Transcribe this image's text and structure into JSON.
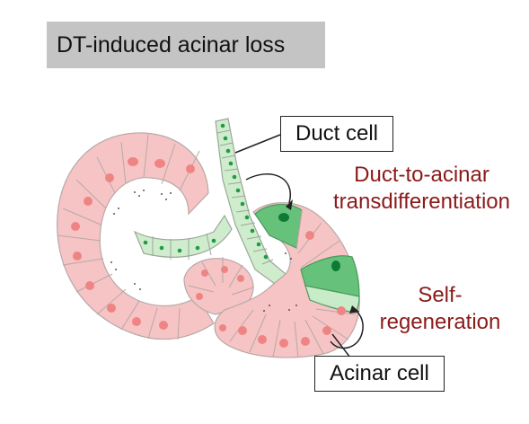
{
  "title": "DT-induced acinar loss",
  "labels": {
    "duct_cell": "Duct cell",
    "acinar_cell": "Acinar cell"
  },
  "processes": {
    "transdifferentiation": [
      "Duct-to-acinar",
      "transdifferentiation"
    ],
    "self_regeneration": [
      "Self-",
      "regeneration"
    ]
  },
  "colors": {
    "title_box": "#c4c4c4",
    "acinar_fill": "#f6c4c4",
    "acinar_nucleus": "#ef8484",
    "duct_fill": "#cfeccd",
    "duct_nucleus": "#1f9b45",
    "new_acinar_fill": "#66c27a",
    "new_acinar_nucleus": "#0e7a35",
    "process_text": "#8b1a1a"
  }
}
